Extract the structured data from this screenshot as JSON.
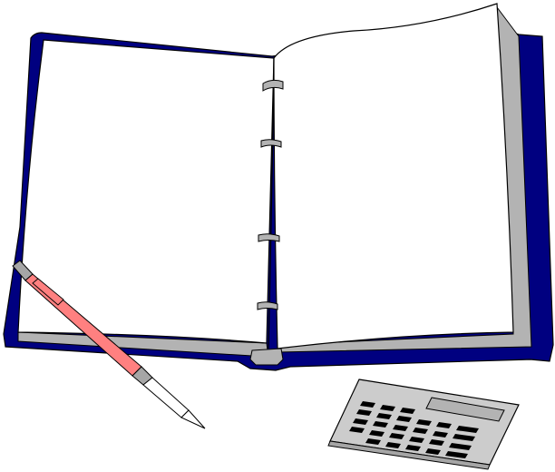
{
  "scene": {
    "items": [
      "notebook",
      "pen",
      "calculator"
    ]
  },
  "colors": {
    "cover": "#000080",
    "page": "#ffffff",
    "page_edge": "#b3b3b3",
    "outline": "#000000",
    "ring": "#b3b3b3",
    "pen_body": "#ff8080",
    "pen_grip": "#a6a6a6",
    "calculator_body": "#cccccc",
    "calculator_display": "#b3b3b3",
    "calculator_keys": "#000000"
  }
}
